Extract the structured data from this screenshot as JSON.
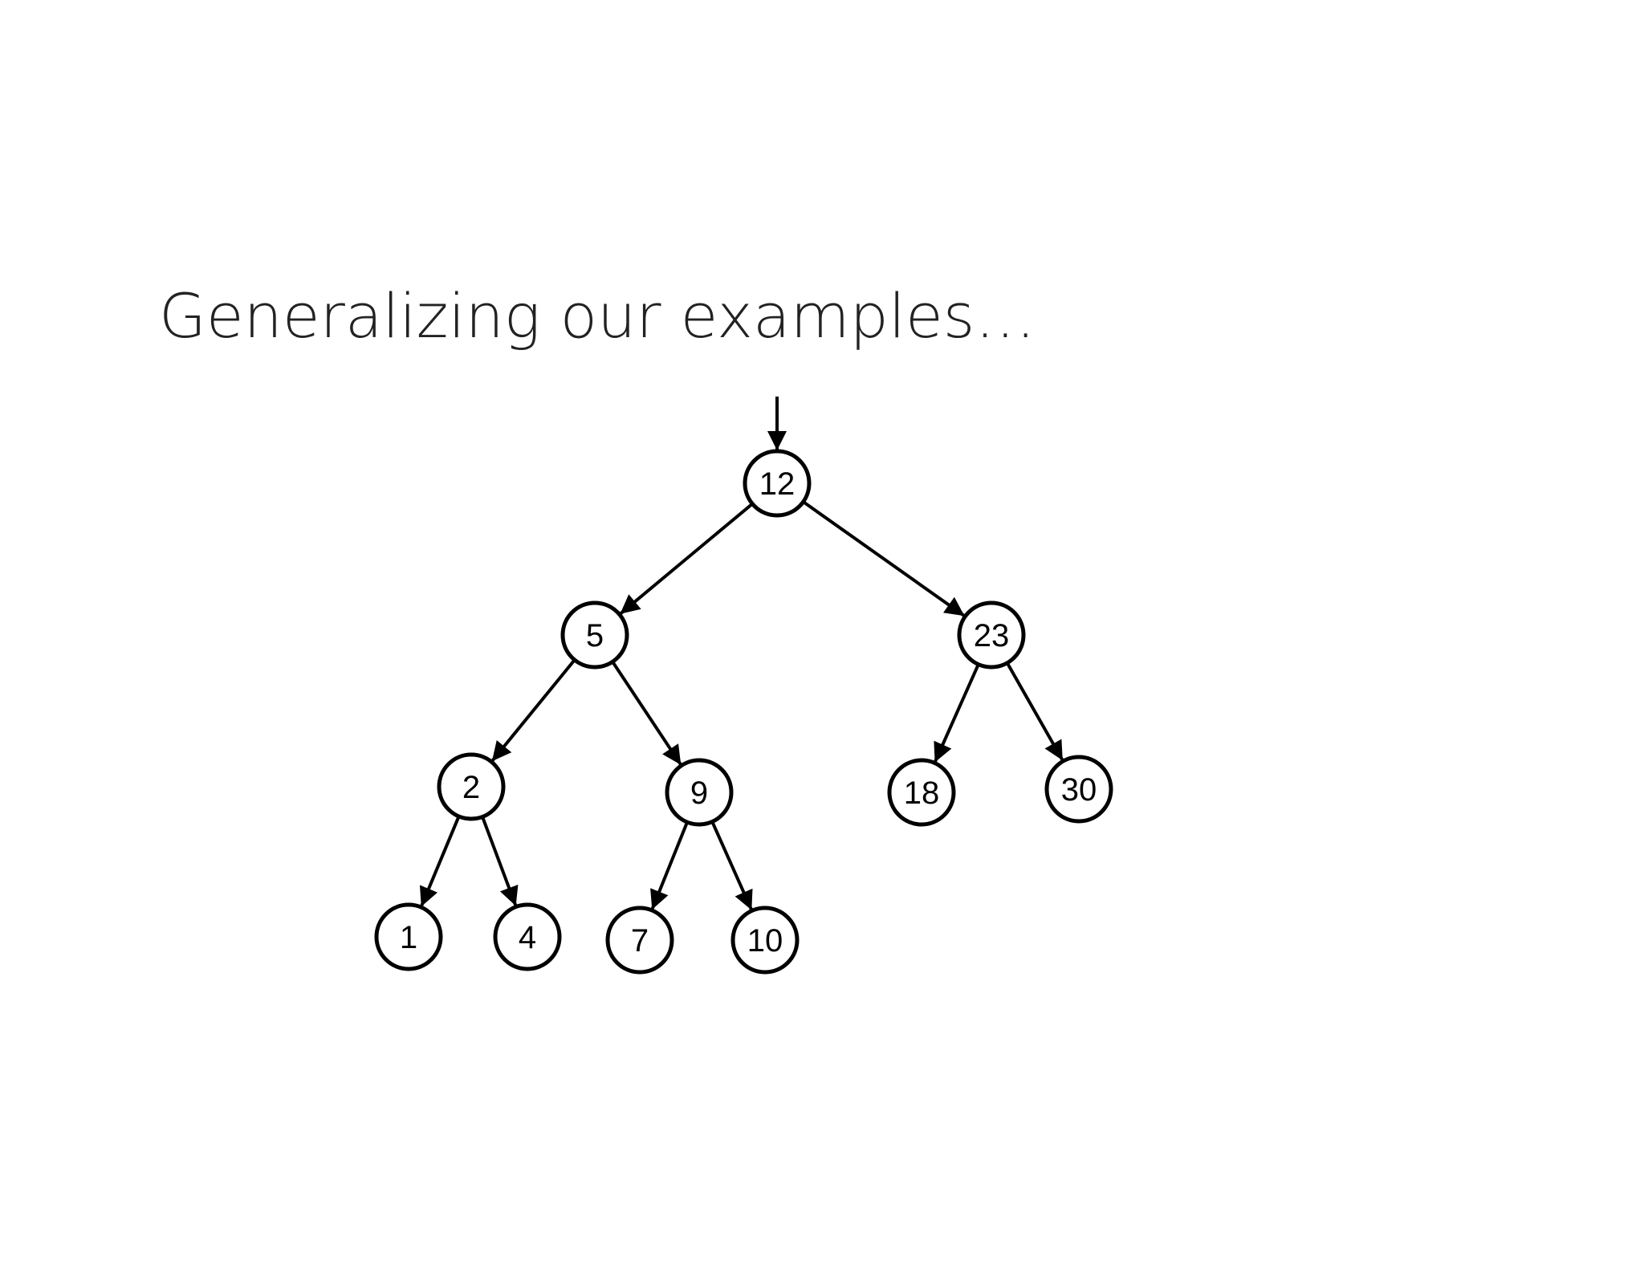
{
  "slide": {
    "title": "Generalizing our examples…"
  },
  "tree": {
    "root": "n12",
    "nodes": [
      {
        "id": "n12",
        "label": "12"
      },
      {
        "id": "n5",
        "label": "5"
      },
      {
        "id": "n23",
        "label": "23"
      },
      {
        "id": "n2",
        "label": "2"
      },
      {
        "id": "n9",
        "label": "9"
      },
      {
        "id": "n18",
        "label": "18"
      },
      {
        "id": "n30",
        "label": "30"
      },
      {
        "id": "n1",
        "label": "1"
      },
      {
        "id": "n4",
        "label": "4"
      },
      {
        "id": "n7",
        "label": "7"
      },
      {
        "id": "n10",
        "label": "10"
      }
    ],
    "edges": [
      {
        "from": "n12",
        "to": "n5"
      },
      {
        "from": "n12",
        "to": "n23"
      },
      {
        "from": "n5",
        "to": "n2"
      },
      {
        "from": "n5",
        "to": "n9"
      },
      {
        "from": "n23",
        "to": "n18"
      },
      {
        "from": "n23",
        "to": "n30"
      },
      {
        "from": "n2",
        "to": "n1"
      },
      {
        "from": "n2",
        "to": "n4"
      },
      {
        "from": "n9",
        "to": "n7"
      },
      {
        "from": "n9",
        "to": "n10"
      }
    ],
    "colors": {
      "stroke": "#000000",
      "fill": "#ffffff",
      "text": "#000000"
    }
  }
}
